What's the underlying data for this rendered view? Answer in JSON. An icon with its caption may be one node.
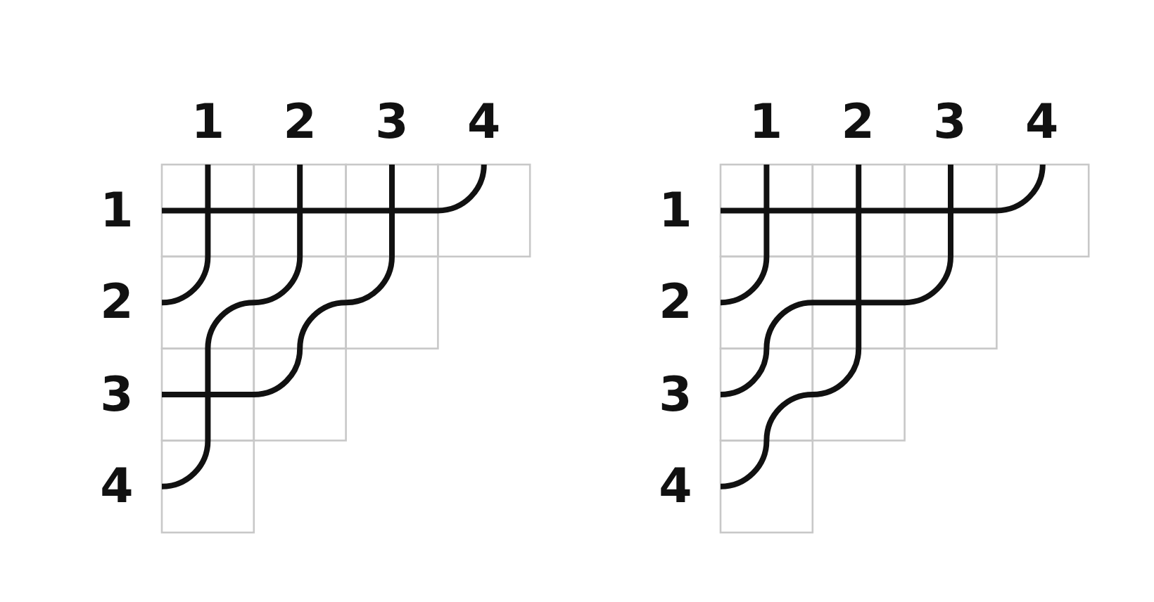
{
  "diagram": {
    "labels": [
      "1",
      "2",
      "3",
      "4",
      "1",
      "2",
      "3",
      "4",
      "1",
      "2",
      "3",
      "4",
      "1",
      "2",
      "3",
      "4"
    ]
  }
}
